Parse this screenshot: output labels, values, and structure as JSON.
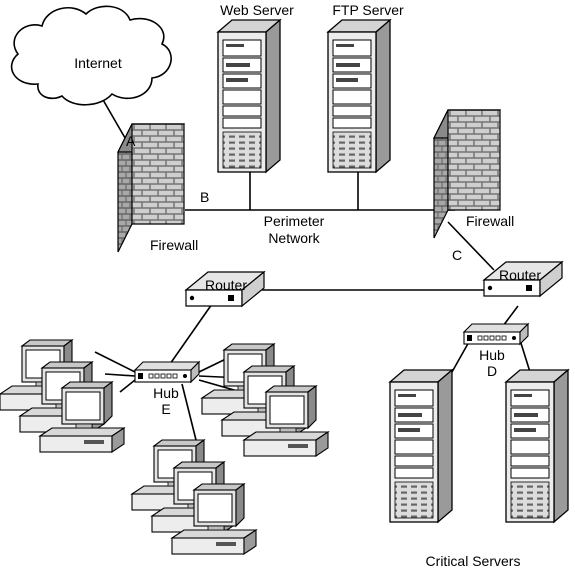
{
  "labels": {
    "internet": "Internet",
    "web_server": "Web Server",
    "ftp_server": "FTP Server",
    "firewall_left": "Firewall",
    "firewall_right": "Firewall",
    "perimeter_1": "Perimeter",
    "perimeter_2": "Network",
    "router_left": "Router",
    "router_right": "Router",
    "hub_e_1": "Hub",
    "hub_e_2": "E",
    "hub_d_1": "Hub",
    "hub_d_2": "D",
    "critical_servers": "Critical Servers",
    "link_a": "A",
    "link_b": "B",
    "link_c": "C"
  }
}
